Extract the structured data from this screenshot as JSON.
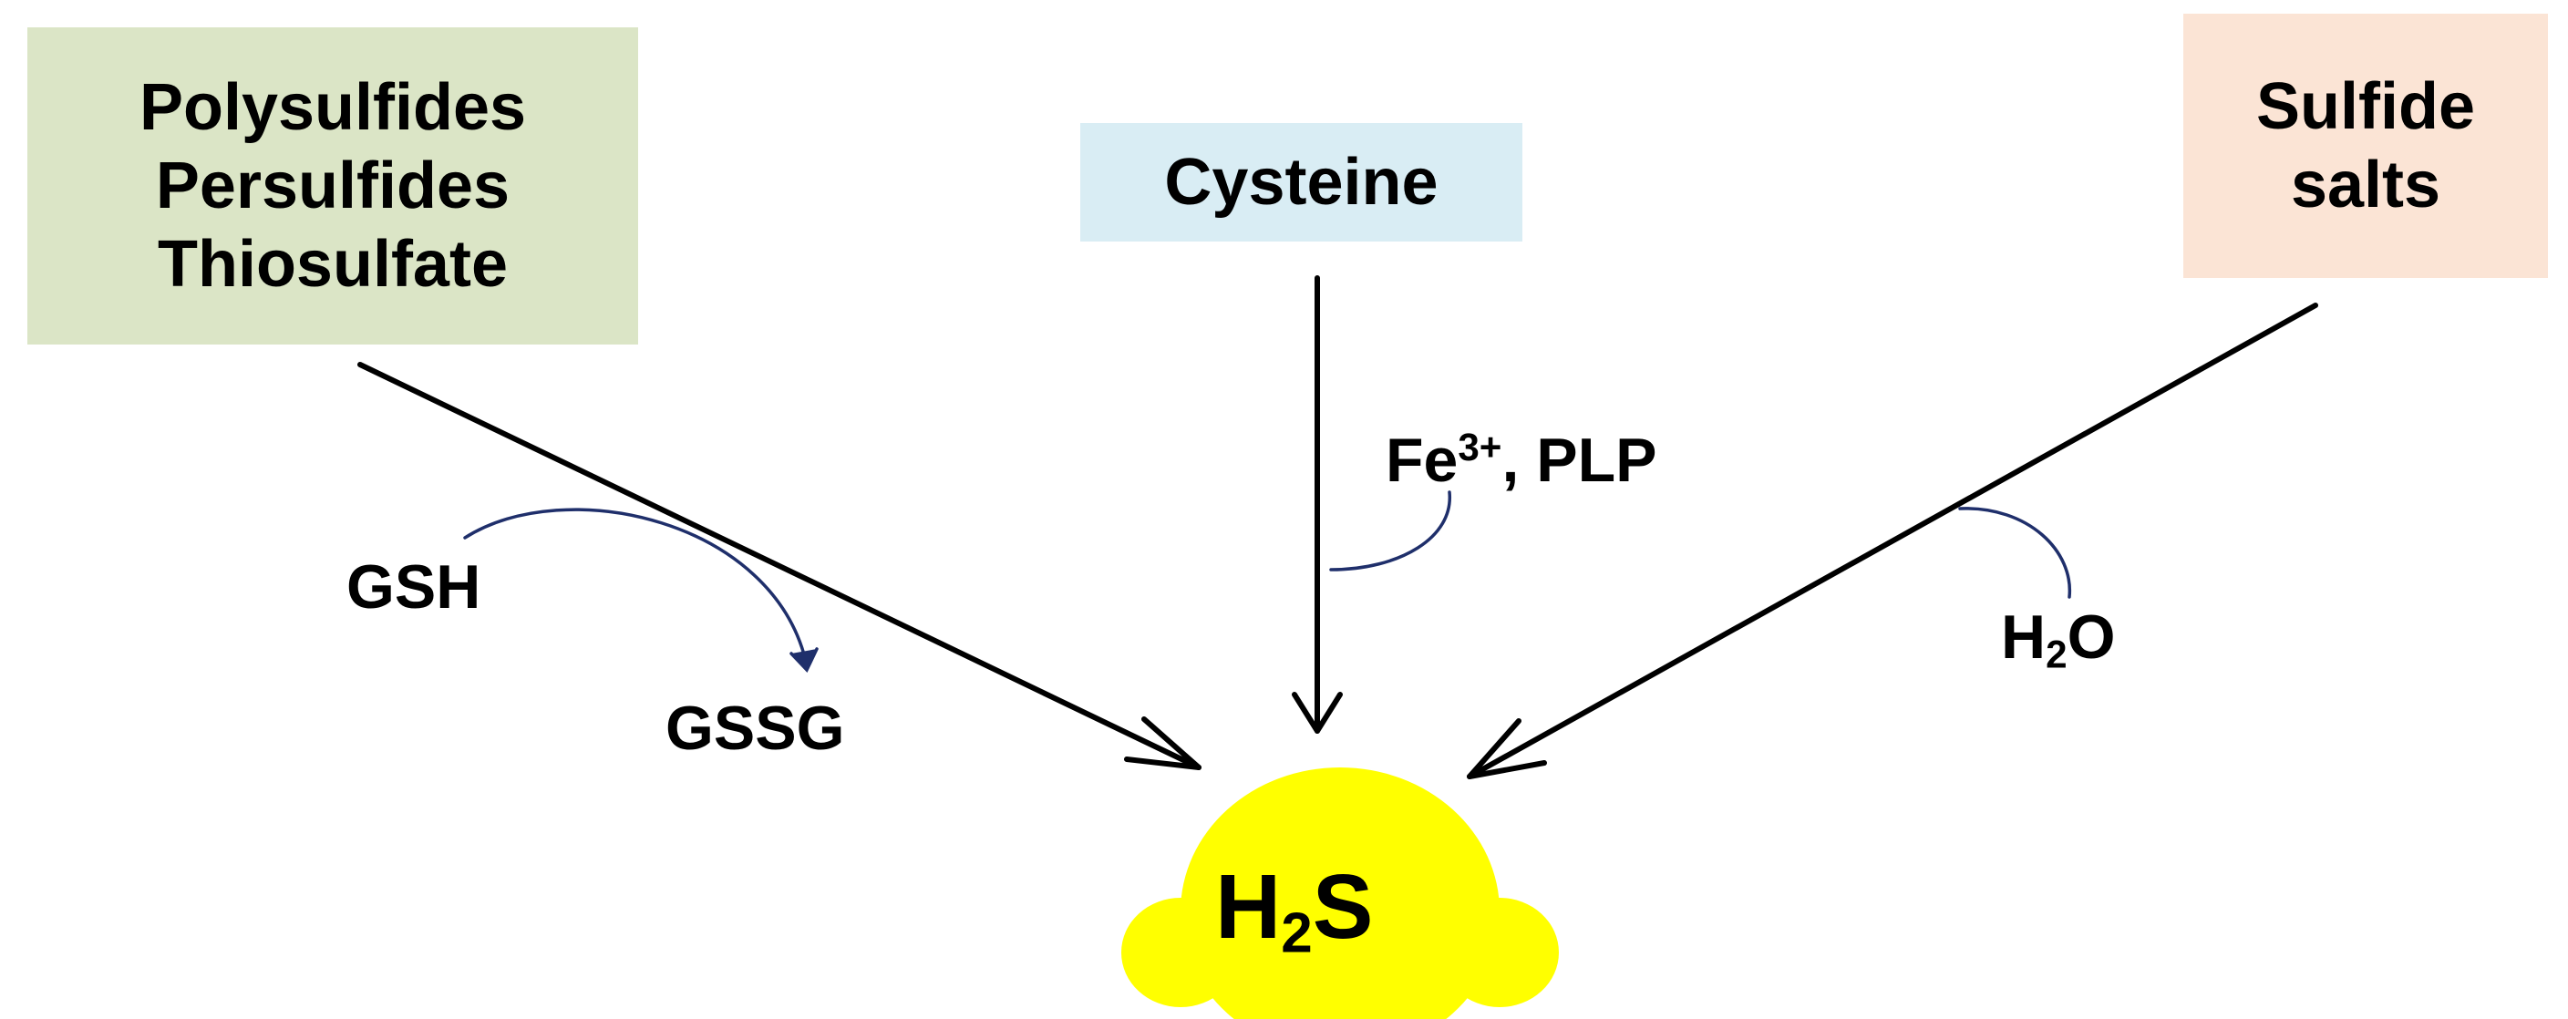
{
  "sources": {
    "left": {
      "lines": [
        "Polysulfides",
        "Persulfides",
        "Thiosulfate"
      ],
      "bg_color": "#dbe5c6"
    },
    "center": {
      "lines": [
        "Cysteine"
      ],
      "bg_color": "#d9edf4"
    },
    "right": {
      "lines": [
        "Sulfide",
        "salts"
      ],
      "bg_color": "#fbe4d5"
    }
  },
  "reagents": {
    "gsh": "GSH",
    "gssg": "GSSG",
    "fe_base": "Fe",
    "fe_sup": "3+",
    "fe_rest": ", PLP",
    "h2o_h": "H",
    "h2o_sub": "2",
    "h2o_o": "O"
  },
  "product": {
    "h": "H",
    "sub": "2",
    "s": "S",
    "color": "#ffff00"
  },
  "colors": {
    "arrow": "#000000",
    "reagent_curve": "#1f2f6b"
  }
}
